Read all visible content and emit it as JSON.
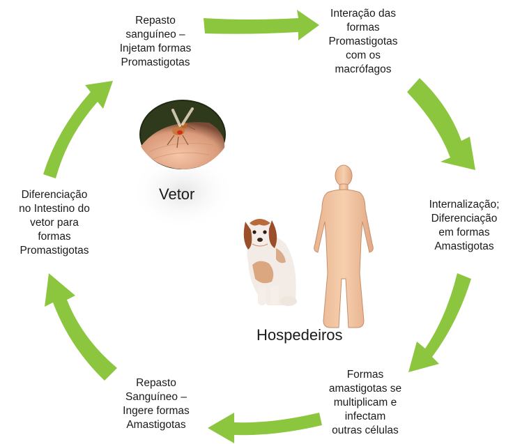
{
  "colors": {
    "arrow_green": "#8cc63f",
    "arrow_green_dark": "#7ab32e",
    "skin": "#f2c8a3",
    "text": "#1a1a1a"
  },
  "cycle": {
    "step1": "Repasto\nsanguíneo –\nInjetam formas\nPromastigotas",
    "step2": "Interação das\nformas\nPromastigotas\ncom os\nmacrófagos",
    "step3": "Internalização;\nDiferenciação\nem  formas\nAmastigotas",
    "step4": "Formas\namastigotas se\nmultiplicam e\ninfectam\noutras células",
    "step5": "Repasto\nSanguíneo –\nIngere formas\nAmastigotas",
    "step6": "Diferenciação\nno Intestino do\nvetor para\nformas\nPromastigotas"
  },
  "center": {
    "vector_label": "Vetor",
    "hosts_label": "Hospedeiros"
  },
  "icons": [
    "sandfly-photo",
    "dog-photo",
    "human-body-silhouette",
    "cycle-arrow"
  ]
}
